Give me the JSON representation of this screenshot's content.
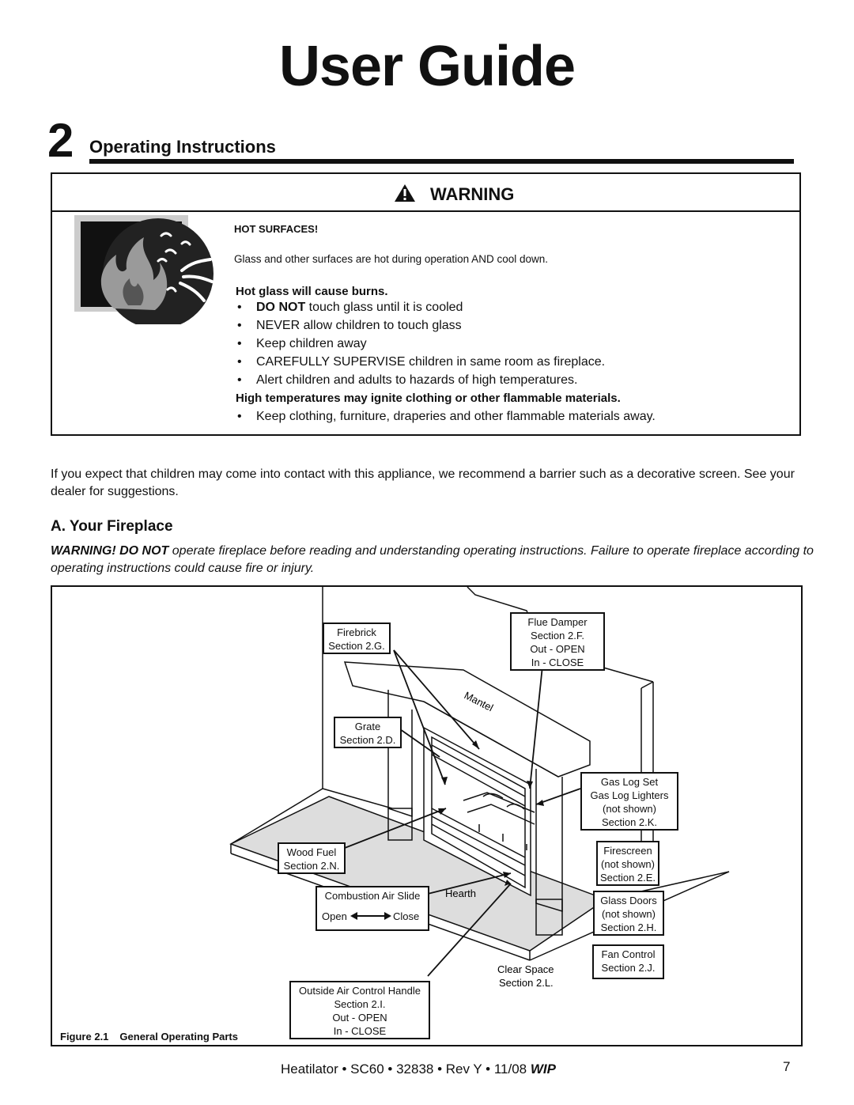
{
  "page": {
    "title": "User Guide",
    "section_number": "2",
    "section_title": "Operating Instructions"
  },
  "warning": {
    "label": "WARNING",
    "hot_surfaces_heading": "HOT SURFACES!",
    "hot_surfaces_text": "Glass and other surfaces are hot during operation AND cool down.",
    "burns_heading": "Hot glass will cause burns.",
    "bullets": [
      {
        "bold": "DO NOT",
        "text": " touch glass until it is cooled"
      },
      {
        "bold": "",
        "text": "NEVER allow children to touch glass"
      },
      {
        "bold": "",
        "text": "Keep children away"
      },
      {
        "bold": "",
        "text": "CAREFULLY SUPERVISE children in same room as fireplace."
      },
      {
        "bold": "",
        "text": "Alert children and adults to hazards of high temperatures."
      }
    ],
    "ignite_heading": "High temperatures may ignite clothing or other flammable materials.",
    "ignite_bullet": "Keep clothing, furniture, draperies and other flammable materials away."
  },
  "body": {
    "children_paragraph": "If you expect that children may come into contact with this appliance, we recommend a barrier such as a decorative screen. See your dealer for suggestions.",
    "subsection_title": "A. Your Fireplace",
    "warning_lead": "WARNING! DO NOT",
    "warning_text": " operate fireplace before reading and understanding operating instructions. Failure to operate fireplace according to operating instructions could cause fire or injury."
  },
  "figure": {
    "caption_num": "Figure 2.1",
    "caption_title": "General Operating Parts",
    "labels": {
      "firebrick": [
        "Firebrick",
        "Section 2.G."
      ],
      "flue_damper": [
        "Flue Damper",
        "Section 2.F.",
        "Out - OPEN",
        "In - CLOSE"
      ],
      "mantel": "Mantel",
      "grate": [
        "Grate",
        "Section 2.D."
      ],
      "gas_log_set": [
        "Gas Log Set",
        "Gas Log Lighters",
        "(not shown)",
        "Section 2.K."
      ],
      "wood_fuel": [
        "Wood Fuel",
        "Section 2.N."
      ],
      "firescreen": [
        "Firescreen",
        "(not shown)",
        "Section 2.E."
      ],
      "combustion_air": [
        "Combustion Air Slide",
        "Open",
        "Close"
      ],
      "hearth": "Hearth",
      "glass_doors": [
        "Glass Doors",
        "(not shown)",
        "Section 2.H."
      ],
      "fan_control": [
        "Fan Control",
        "Section 2.J."
      ],
      "clear_space": [
        "Clear Space",
        "Section 2.L."
      ],
      "outside_air": [
        "Outside Air Control Handle",
        "Section 2.I.",
        "Out - OPEN",
        "In - CLOSE"
      ]
    }
  },
  "footer": {
    "text": "Heatilator • SC60 • 32838 • Rev Y • 11/08 ",
    "wip": "WIP",
    "page_number": "7"
  }
}
